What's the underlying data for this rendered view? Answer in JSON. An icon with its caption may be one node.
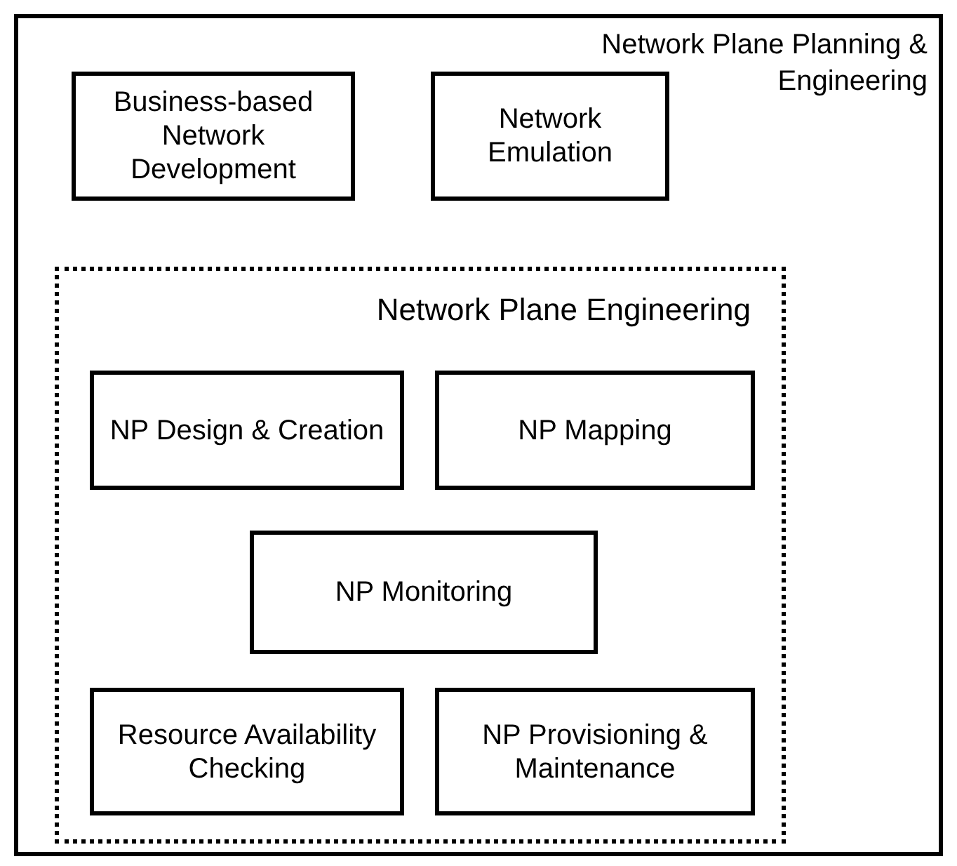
{
  "diagram": {
    "nodes": [
      {
        "text": [
          "Network Plane Planning & Engineering"
        ]
      },
      {
        "text": [
          "Business-based Network Development"
        ],
        "in": 0
      },
      {
        "text": [
          "Network Emulation"
        ],
        "in": 0
      },
      {
        "text": [
          "Network Plane Engineering"
        ],
        "in": 0
      },
      {
        "text": [
          "NP Design & Creation"
        ],
        "in": 3
      },
      {
        "text": [
          "NP Mapping"
        ],
        "in": 3
      },
      {
        "text": [
          "NP Monitoring"
        ],
        "in": 3
      },
      {
        "text": [
          "Resource Availability Checking"
        ],
        "in": 3
      },
      {
        "text": [
          "NP Provisioning & Maintenance"
        ],
        "in": 3
      }
    ]
  }
}
